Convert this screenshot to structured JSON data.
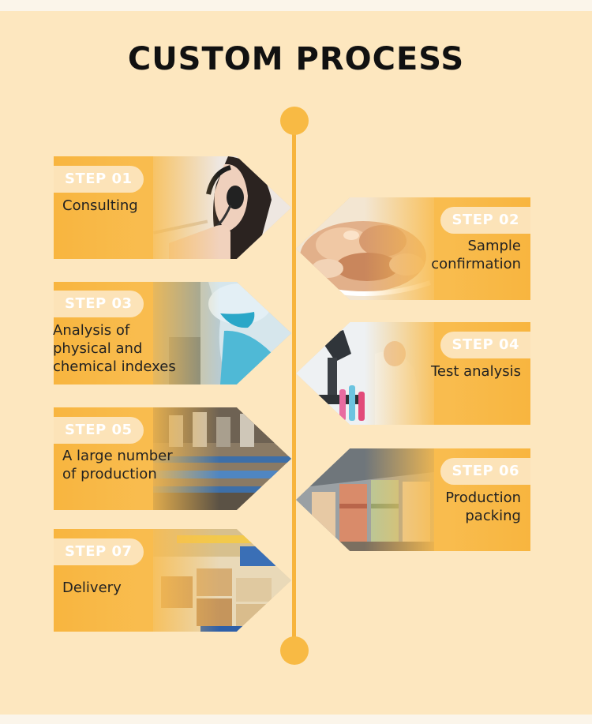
{
  "title": "CUSTOM PROCESS",
  "steps": [
    {
      "badge": "STEP 01",
      "lines": [
        "Consulting"
      ],
      "side": "left",
      "image": "call-center-headset-woman-photo"
    },
    {
      "badge": "STEP 02",
      "lines": [
        "Sample",
        "confirmation"
      ],
      "side": "right",
      "image": "raw-material-chunks-photo"
    },
    {
      "badge": "STEP 03",
      "lines": [
        "Analysis of",
        "physical and",
        "chemical indexes"
      ],
      "side": "left",
      "image": "lab-technician-protective-gear-photo"
    },
    {
      "badge": "STEP 04",
      "lines": [
        "Test analysis"
      ],
      "side": "right",
      "image": "laboratory-microscope-test-tubes-photo"
    },
    {
      "badge": "STEP 05",
      "lines": [
        "A large number",
        "of production"
      ],
      "side": "left",
      "image": "factory-production-line-photo"
    },
    {
      "badge": "STEP 06",
      "lines": [
        "Production",
        "packing"
      ],
      "side": "right",
      "image": "warehouse-stacked-sacks-photo"
    },
    {
      "badge": "STEP 07",
      "lines": [
        "Delivery"
      ],
      "side": "left",
      "image": "warehouse-boxes-delivery-photo"
    }
  ],
  "colors": {
    "background": "#fde7bf",
    "accent": "#f8b53f",
    "badge": "#fce3b8",
    "title": "#111111"
  }
}
